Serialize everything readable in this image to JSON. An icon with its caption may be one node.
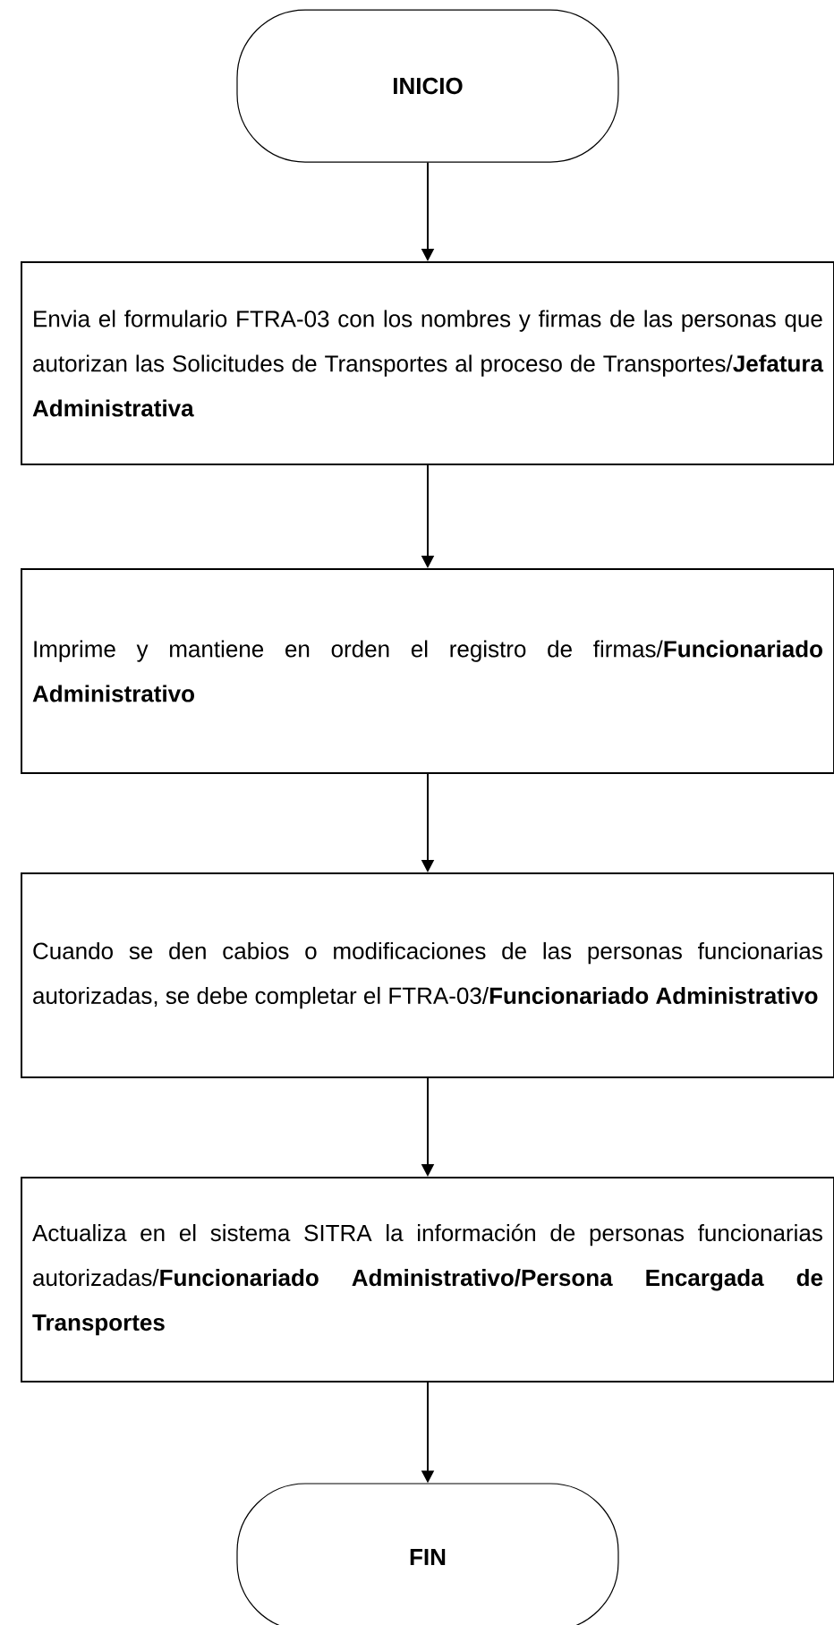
{
  "diagram": {
    "nodes": [
      {
        "text": [
          "INICIO"
        ]
      },
      {
        "text": [
          "Envia el formulario FTRA-03 con los nombres y firmas de las personas que autorizan las Solicitudes de Transportes al proceso de Transportes/**Jefatura Administrativa**"
        ]
      },
      {
        "text": [
          "Imprime y mantiene en orden el registro de firmas/**Funcionariado Administrativo**"
        ]
      },
      {
        "text": [
          "Cuando se den cabios o modificaciones de las personas funcionarias autorizadas, se debe completar el FTRA-03/**Funcionariado Administrativo**"
        ]
      },
      {
        "text": [
          "Actualiza en el sistema SITRA la información de personas funcionarias autorizadas/**Funcionariado Administrativo/Persona Encargada de Transportes**"
        ]
      },
      {
        "text": [
          "FIN"
        ]
      }
    ],
    "edges": [
      {
        "from": 0,
        "to": 1,
        "arrow": "to"
      },
      {
        "from": 1,
        "to": 2,
        "arrow": "to"
      },
      {
        "from": 2,
        "to": 3,
        "arrow": "to"
      },
      {
        "from": 3,
        "to": 4,
        "arrow": "to"
      },
      {
        "from": 4,
        "to": 5,
        "arrow": "to"
      }
    ]
  }
}
